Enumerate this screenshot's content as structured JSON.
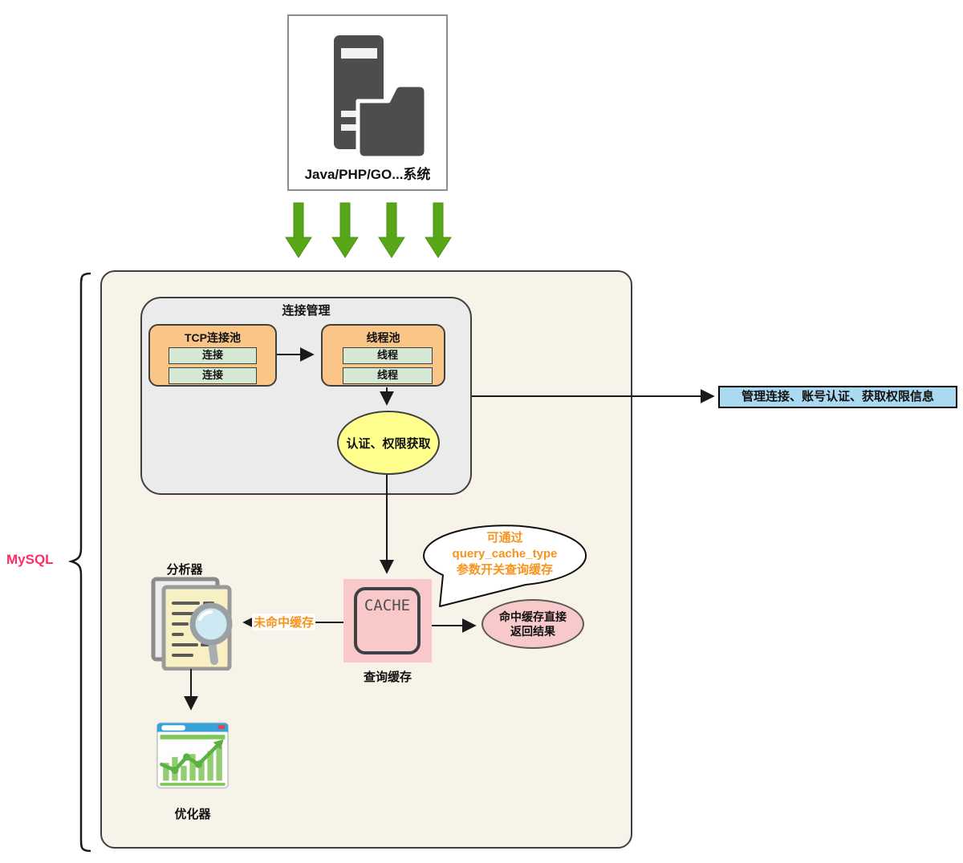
{
  "client_system": {
    "label": "Java/PHP/GO...系统"
  },
  "mysql": {
    "label": "MySQL"
  },
  "connection_management": {
    "title": "连接管理",
    "tcp_pool": {
      "title": "TCP连接池",
      "rows": [
        "连接",
        "连接"
      ]
    },
    "thread_pool": {
      "title": "线程池",
      "rows": [
        "线程",
        "线程"
      ]
    },
    "auth_node": {
      "label": "认证、权限获取"
    }
  },
  "auth_note": {
    "label": "管理连接、账号认证、获取权限信息"
  },
  "analyzer": {
    "label": "分析器"
  },
  "optimizer": {
    "label": "优化器"
  },
  "query_cache": {
    "box_text": "CACHE",
    "label": "查询缓存",
    "note_lines": [
      "可通过",
      "query_cache_type",
      "参数开关查询缓存"
    ],
    "hit_lines": [
      "命中缓存直接",
      "返回结果"
    ],
    "miss_label": "未命中缓存"
  },
  "colors": {
    "arrow_green": "#58a718",
    "accent_orange": "#f7941e",
    "mysql_pink": "#ff2e63",
    "note_blue": "#aad9f2",
    "cache_pink": "#f9c9c9",
    "auth_yellow": "#ffff8d",
    "pool_orange": "#f9c687",
    "row_green": "#d5e8d4"
  }
}
